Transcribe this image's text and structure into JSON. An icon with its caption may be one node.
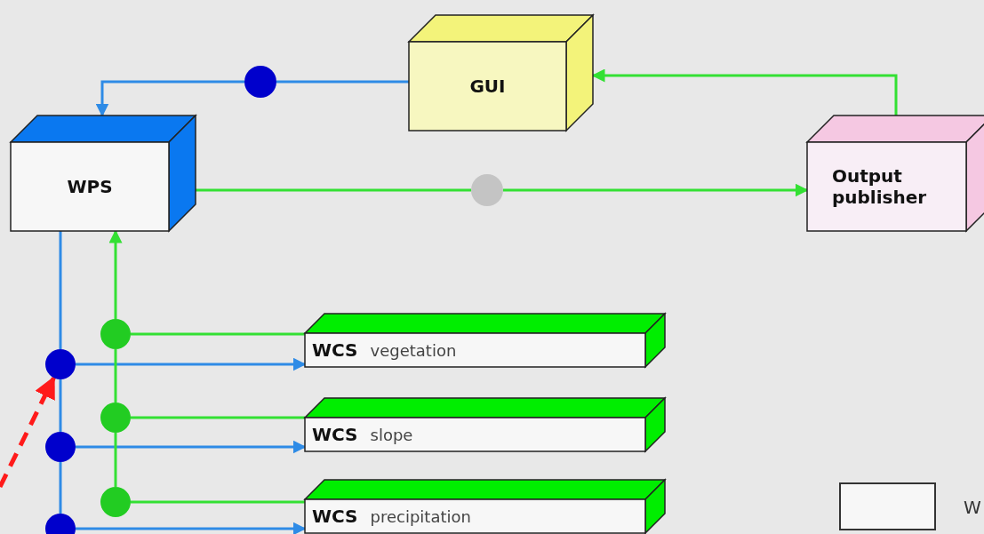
{
  "diagram": {
    "nodes": [
      {
        "text": [
          "GUI"
        ]
      },
      {
        "text": [],
        "shape": "circle"
      },
      {
        "text": [
          "WPS"
        ]
      },
      {
        "text": [],
        "shape": "circle"
      },
      {
        "text": [
          "Output publisher"
        ]
      },
      {
        "text": [],
        "shape": "circle"
      },
      {
        "text": [
          "WCS",
          "vegetation"
        ]
      },
      {
        "text": [],
        "shape": "circle"
      },
      {
        "text": [],
        "shape": "circle"
      },
      {
        "text": [
          "WCS",
          "slope"
        ]
      },
      {
        "text": [],
        "shape": "circle"
      },
      {
        "text": [],
        "shape": "circle"
      },
      {
        "text": [
          "WCS",
          "precipitation"
        ]
      },
      {
        "text": [],
        "shape": "circle"
      }
    ],
    "edges": [
      {
        "from": 0,
        "to": 1,
        "arrow": "none",
        "color": "#2e8be6"
      },
      {
        "from": 1,
        "to": 2,
        "arrow": "to",
        "color": "#2e8be6"
      },
      {
        "from": 2,
        "to": 3,
        "arrow": "none"
      },
      {
        "from": 3,
        "to": 4,
        "arrow": "to"
      },
      {
        "from": 4,
        "to": 0,
        "arrow": "to"
      },
      {
        "from": 2,
        "to": 7,
        "arrow": "none",
        "color": "#2e8be6"
      },
      {
        "from": 7,
        "to": 10,
        "arrow": "none",
        "color": "#2e8be6"
      },
      {
        "from": 10,
        "to": 13,
        "arrow": "none",
        "color": "#2e8be6"
      },
      {
        "from": 7,
        "to": 6,
        "arrow": "to",
        "color": "#2e8be6"
      },
      {
        "from": 10,
        "to": 9,
        "arrow": "to",
        "color": "#2e8be6"
      },
      {
        "from": 13,
        "to": 12,
        "arrow": "to",
        "color": "#2e8be6"
      },
      {
        "from": 6,
        "to": 5,
        "arrow": "none"
      },
      {
        "from": 9,
        "to": 8,
        "arrow": "none"
      },
      {
        "from": 12,
        "to": 11,
        "arrow": "none"
      },
      {
        "from": 11,
        "to": 8,
        "arrow": "none"
      },
      {
        "from": 8,
        "to": 5,
        "arrow": "none"
      },
      {
        "from": 5,
        "to": 2,
        "arrow": "to"
      },
      {
        "from": null,
        "to": 7,
        "arrow": "to",
        "style": "dashed",
        "color": "#ff1a1a"
      }
    ],
    "legend": [
      {
        "text": "W"
      }
    ]
  }
}
